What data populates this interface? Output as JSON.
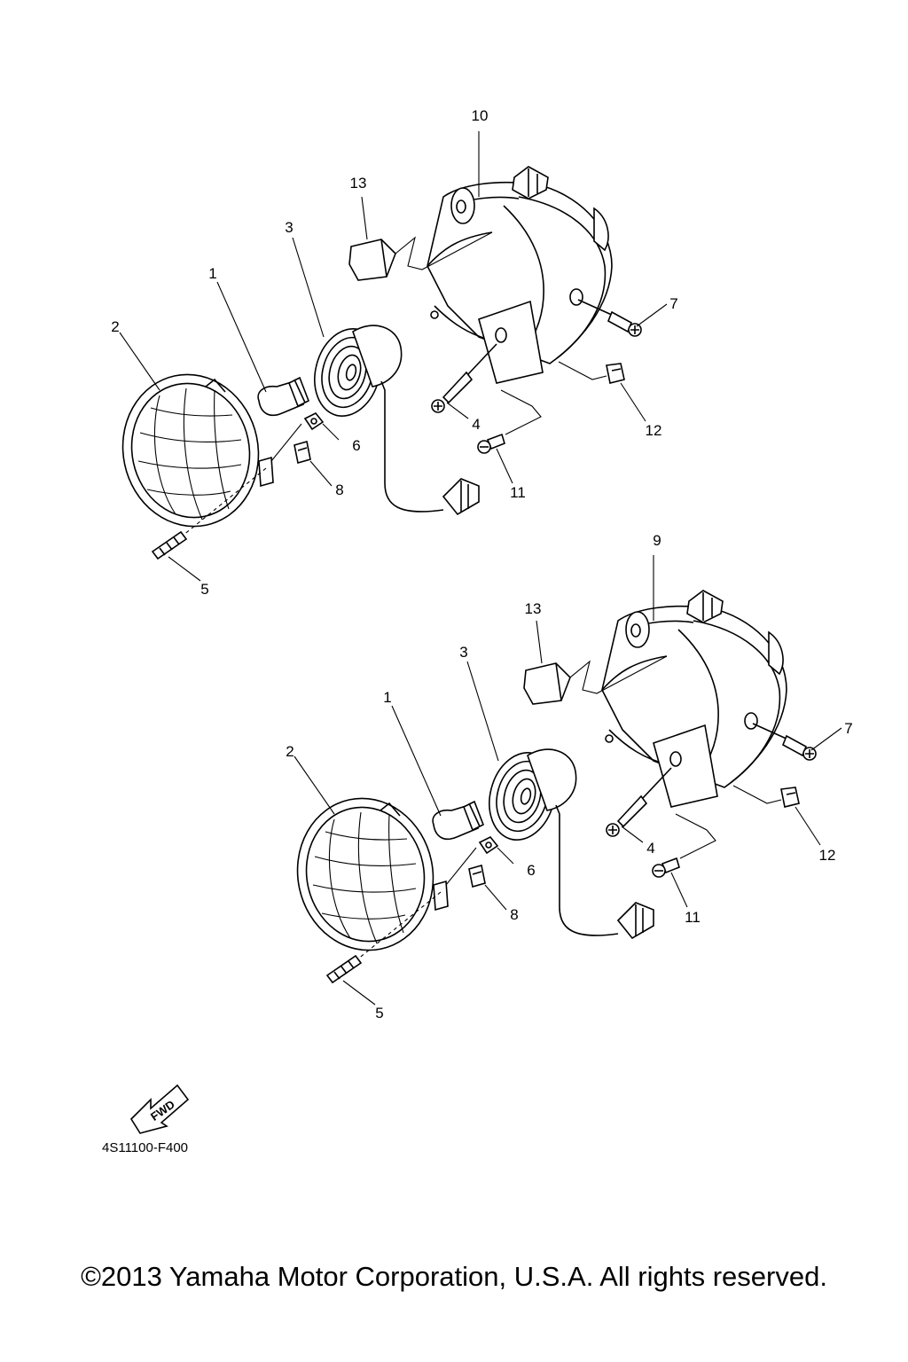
{
  "upper_assembly": {
    "callouts": {
      "p1": "1",
      "p2": "2",
      "p3": "3",
      "p4": "4",
      "p5": "5",
      "p6": "6",
      "p7": "7",
      "p8": "8",
      "p10": "10",
      "p11": "11",
      "p12": "12",
      "p13": "13"
    }
  },
  "lower_assembly": {
    "callouts": {
      "p1": "1",
      "p2": "2",
      "p3": "3",
      "p4": "4",
      "p5": "5",
      "p6": "6",
      "p7": "7",
      "p8": "8",
      "p9": "9",
      "p11": "11",
      "p12": "12",
      "p13": "13"
    }
  },
  "fwd_label": "FWD",
  "diagram_code": "4S11100-F400",
  "copyright": "©2013 Yamaha Motor Corporation, U.S.A. All rights reserved.",
  "icons": {
    "fwd_arrow": "forward-direction-arrow-icon"
  }
}
